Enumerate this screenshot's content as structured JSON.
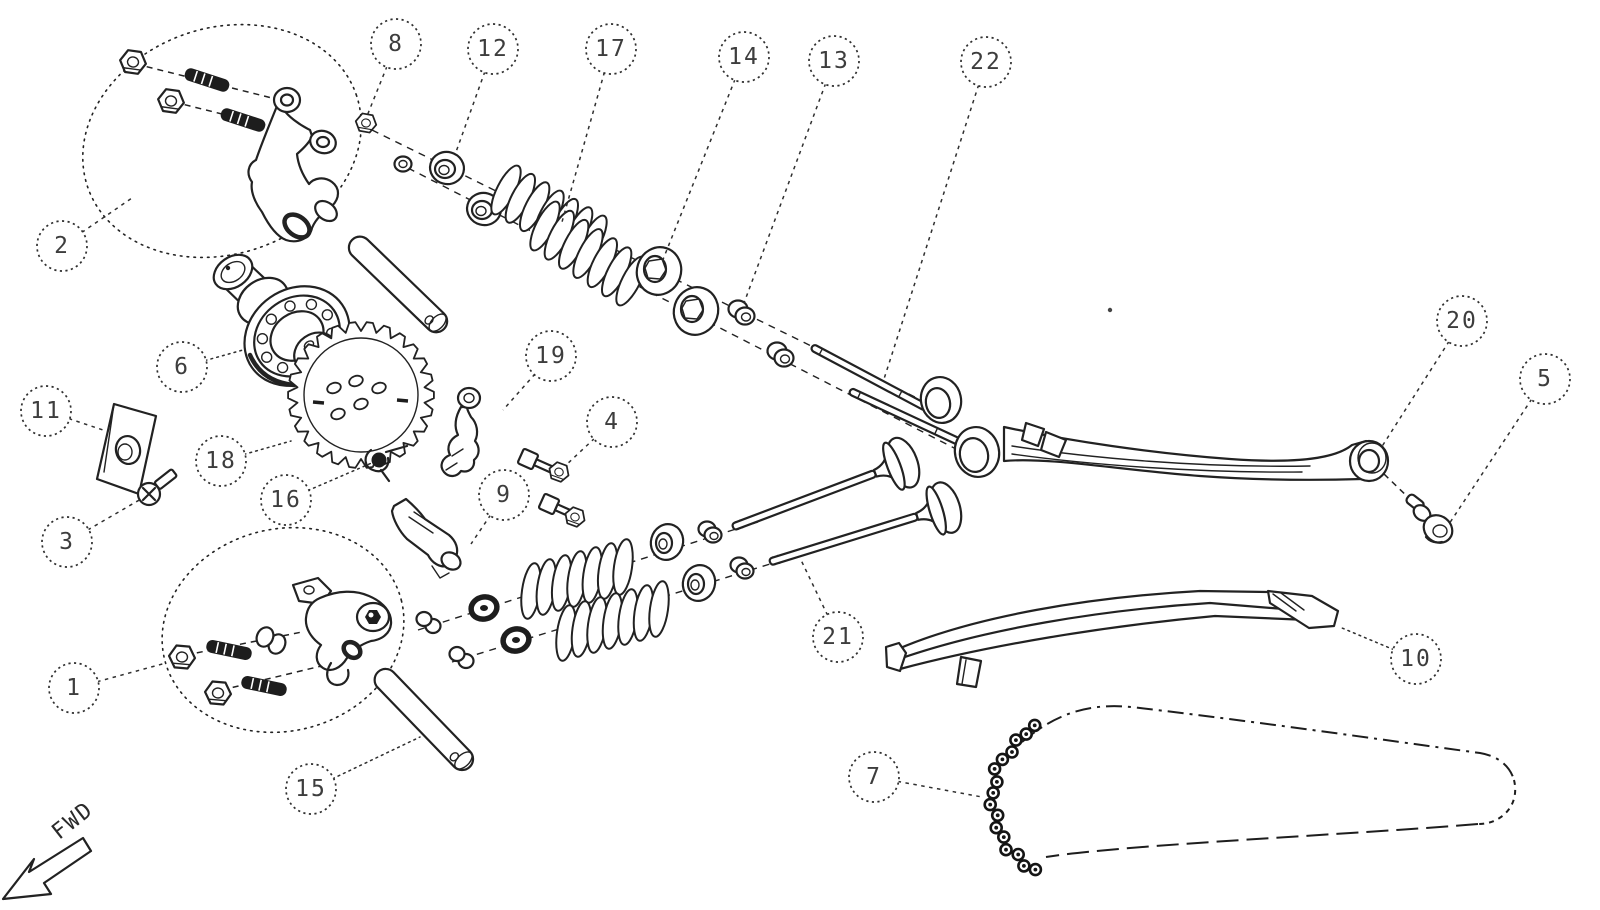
{
  "diagram": {
    "background": "#ffffff",
    "line_color": "#222222",
    "number_color": "#3d3d3d",
    "fwd_label": "FWD",
    "callouts": [
      {
        "label": "1"
      },
      {
        "label": "2"
      },
      {
        "label": "3"
      },
      {
        "label": "4"
      },
      {
        "label": "5"
      },
      {
        "label": "6"
      },
      {
        "label": "7"
      },
      {
        "label": "8"
      },
      {
        "label": "9"
      },
      {
        "label": "10"
      },
      {
        "label": "11"
      },
      {
        "label": "12"
      },
      {
        "label": "13"
      },
      {
        "label": "14"
      },
      {
        "label": "15"
      },
      {
        "label": "16"
      },
      {
        "label": "17"
      },
      {
        "label": "18"
      },
      {
        "label": "19"
      },
      {
        "label": "20"
      },
      {
        "label": "21"
      },
      {
        "label": "22"
      }
    ]
  }
}
